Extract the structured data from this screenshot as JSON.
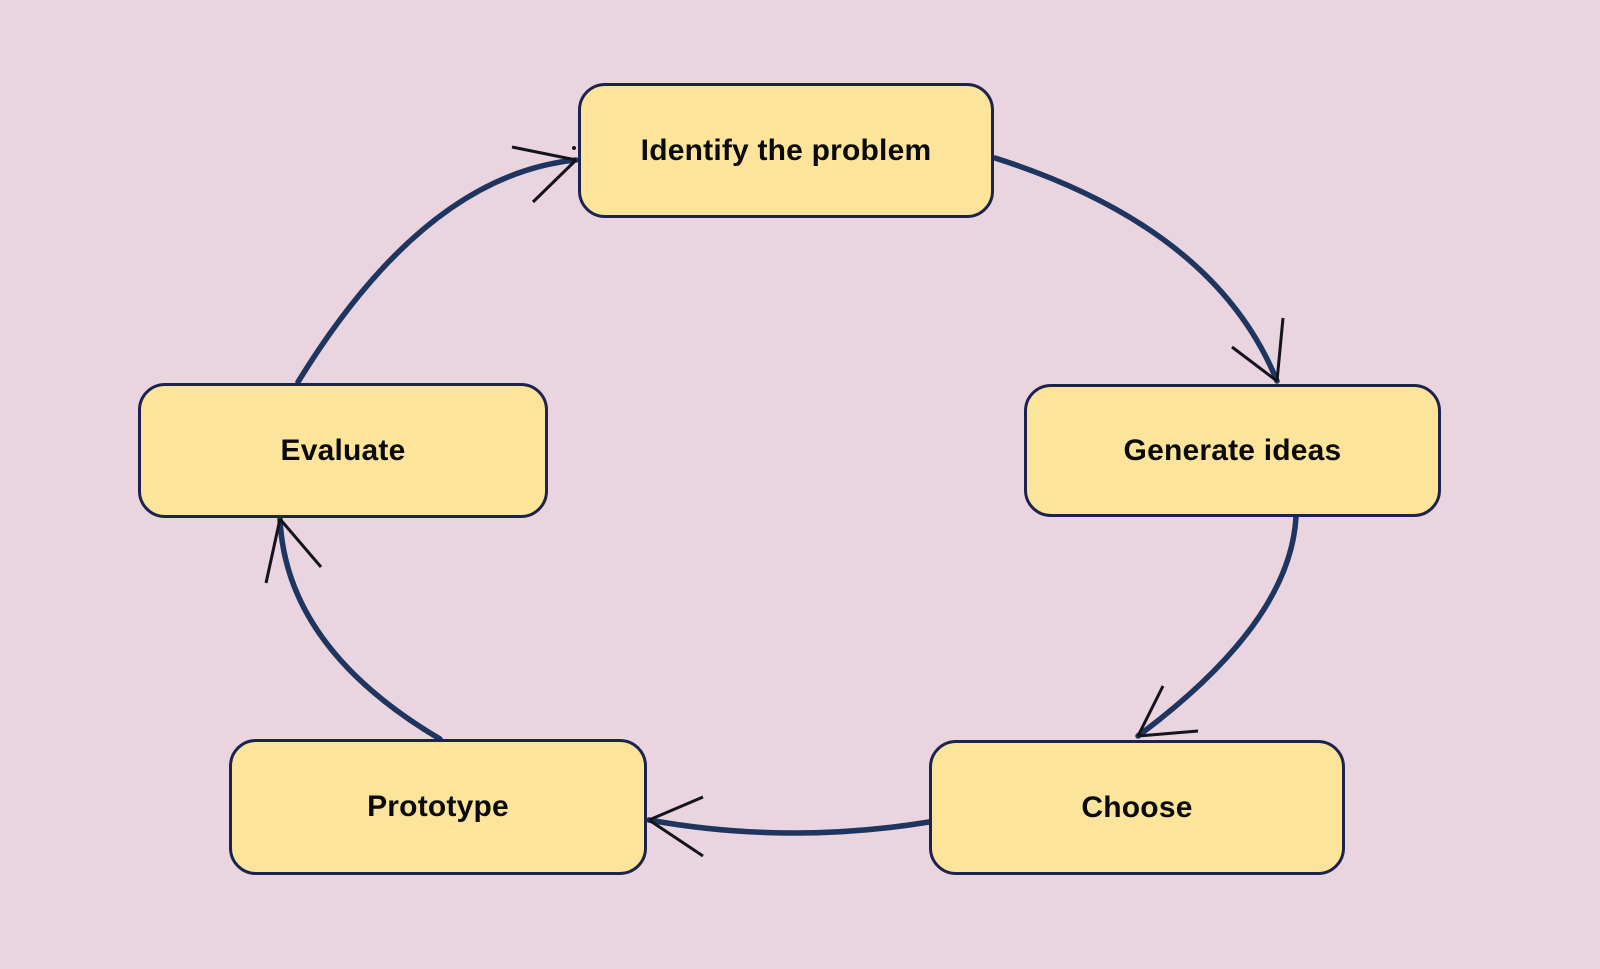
{
  "diagram": {
    "type": "cycle-flowchart",
    "nodes": [
      {
        "id": "identify-the-problem",
        "label": "Identify the problem"
      },
      {
        "id": "generate-ideas",
        "label": "Generate ideas"
      },
      {
        "id": "choose",
        "label": "Choose"
      },
      {
        "id": "prototype",
        "label": "Prototype"
      },
      {
        "id": "evaluate",
        "label": "Evaluate"
      }
    ],
    "edges": [
      {
        "from": "identify-the-problem",
        "to": "generate-ideas"
      },
      {
        "from": "generate-ideas",
        "to": "choose"
      },
      {
        "from": "choose",
        "to": "prototype"
      },
      {
        "from": "prototype",
        "to": "evaluate"
      },
      {
        "from": "evaluate",
        "to": "identify-the-problem"
      }
    ],
    "arrow_style": "open-arrowhead",
    "colors": {
      "background": "#E9D4DF",
      "node_fill": "#FCE49B",
      "node_border": "#1B234E",
      "arrow_line": "#1E3560",
      "arrowhead": "#14141F",
      "label_text": "#0A0A0A"
    }
  }
}
